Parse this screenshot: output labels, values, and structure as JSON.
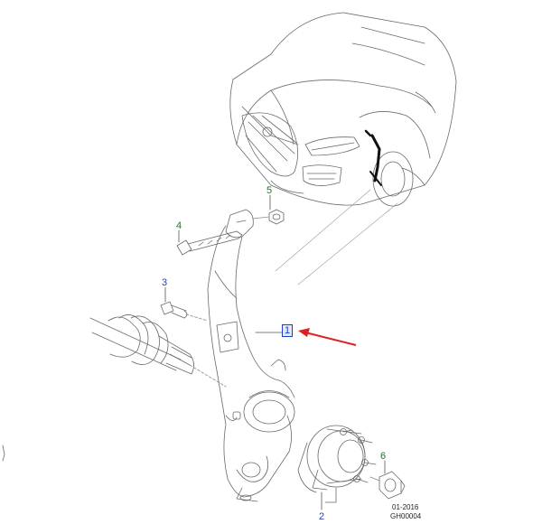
{
  "callouts": {
    "c1": "1",
    "c2": "2",
    "c3": "3",
    "c4": "4",
    "c5": "5",
    "c6": "6"
  },
  "reference": {
    "date": "01-2016",
    "code": "GH00004"
  },
  "colors": {
    "line": "#555555",
    "callout_green": "#1a7a1a",
    "callout_blue": "#1f3fbf",
    "arrow": "#e02020"
  }
}
